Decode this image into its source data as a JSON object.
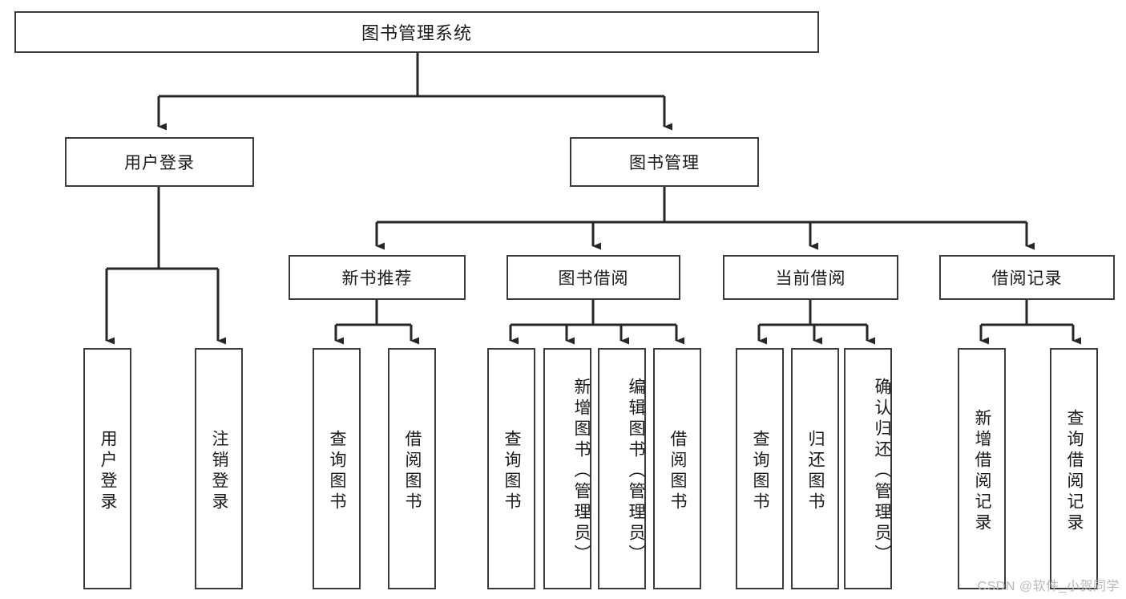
{
  "diagram": {
    "title": "图书管理系统",
    "type": "tree-hierarchy-diagram",
    "colors": {
      "box_border": "#3b3b3b",
      "box_fill": "#ffffff",
      "connector": "#262626",
      "text": "#1a1a1a",
      "watermark": "#b9b9b9"
    },
    "root": {
      "label": "图书管理系统"
    },
    "level2": [
      {
        "id": "user-login",
        "label": "用户登录"
      },
      {
        "id": "book-management",
        "label": "图书管理"
      }
    ],
    "level3": [
      {
        "id": "new-book-recommend",
        "label": "新书推荐"
      },
      {
        "id": "book-borrow",
        "label": "图书借阅"
      },
      {
        "id": "current-borrow",
        "label": "当前借阅"
      },
      {
        "id": "borrow-record",
        "label": "借阅记录"
      }
    ],
    "leaves": [
      {
        "id": "leaf-user-login",
        "label": "用户登录",
        "parent": "user-login"
      },
      {
        "id": "leaf-logout",
        "label": "注销登录",
        "parent": "user-login"
      },
      {
        "id": "leaf-query-book-1",
        "label": "查询图书",
        "parent": "new-book-recommend"
      },
      {
        "id": "leaf-borrow-book-1",
        "label": "借阅图书",
        "parent": "new-book-recommend"
      },
      {
        "id": "leaf-query-book-2",
        "label": "查询图书",
        "parent": "book-borrow"
      },
      {
        "id": "leaf-add-book",
        "label": "新增图书（管理员）",
        "parent": "book-borrow"
      },
      {
        "id": "leaf-edit-book",
        "label": "编辑图书（管理员）",
        "parent": "book-borrow"
      },
      {
        "id": "leaf-borrow-book-2",
        "label": "借阅图书",
        "parent": "book-borrow"
      },
      {
        "id": "leaf-query-book-3",
        "label": "查询图书",
        "parent": "current-borrow"
      },
      {
        "id": "leaf-return-book",
        "label": "归还图书",
        "parent": "current-borrow"
      },
      {
        "id": "leaf-confirm-return",
        "label": "确认归还（管理员）",
        "parent": "current-borrow"
      },
      {
        "id": "leaf-add-record",
        "label": "新增借阅记录",
        "parent": "borrow-record"
      },
      {
        "id": "leaf-query-record",
        "label": "查询借阅记录",
        "parent": "borrow-record"
      }
    ],
    "watermark": "CSDN @软件_小贺同学"
  }
}
